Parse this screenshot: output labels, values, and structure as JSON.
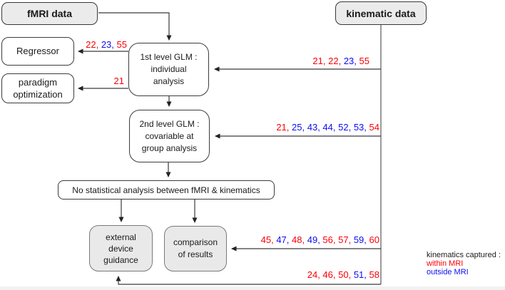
{
  "palette": {
    "within_mri": "#fb0006",
    "outside_mri": "#0d0df2",
    "text": "#1a1a1a"
  },
  "nodes": {
    "fmri": {
      "label": "fMRI data"
    },
    "kinematic": {
      "label": "kinematic data"
    },
    "regressor": {
      "lines": [
        "Regressor"
      ]
    },
    "paradigm": {
      "lines": [
        "paradigm",
        "optimization"
      ]
    },
    "glm1": {
      "lines": [
        "1st level GLM :",
        "individual",
        "analysis"
      ]
    },
    "glm2": {
      "lines": [
        "2nd level GLM :",
        "covariable at",
        "group analysis"
      ]
    },
    "no_stat": {
      "lines": [
        "No statistical analysis between fMRI & kinematics"
      ]
    },
    "external": {
      "lines": [
        "external",
        "device",
        "guidance"
      ]
    },
    "comparison": {
      "lines": [
        "comparison",
        "of results"
      ]
    }
  },
  "ref_labels": {
    "to_regressor": [
      {
        "n": "22",
        "captured": "within_mri"
      },
      {
        "n": "23",
        "captured": "outside_mri"
      },
      {
        "n": "55",
        "captured": "within_mri"
      }
    ],
    "to_paradigm": [
      {
        "n": "21",
        "captured": "within_mri"
      }
    ],
    "to_glm1": [
      {
        "n": "21",
        "captured": "within_mri"
      },
      {
        "n": "22",
        "captured": "within_mri"
      },
      {
        "n": "23",
        "captured": "outside_mri"
      },
      {
        "n": "55",
        "captured": "within_mri"
      }
    ],
    "to_glm2": [
      {
        "n": "21",
        "captured": "within_mri"
      },
      {
        "n": "25",
        "captured": "outside_mri"
      },
      {
        "n": "43",
        "captured": "outside_mri"
      },
      {
        "n": "44",
        "captured": "outside_mri"
      },
      {
        "n": "52",
        "captured": "outside_mri"
      },
      {
        "n": "53",
        "captured": "outside_mri"
      },
      {
        "n": "54",
        "captured": "within_mri"
      }
    ],
    "to_comparison": [
      {
        "n": "45",
        "captured": "within_mri"
      },
      {
        "n": "47",
        "captured": "outside_mri"
      },
      {
        "n": "48",
        "captured": "within_mri"
      },
      {
        "n": "49",
        "captured": "outside_mri"
      },
      {
        "n": "56",
        "captured": "within_mri"
      },
      {
        "n": "57",
        "captured": "within_mri"
      },
      {
        "n": "59",
        "captured": "outside_mri"
      },
      {
        "n": "60",
        "captured": "within_mri"
      }
    ],
    "to_external": [
      {
        "n": "24",
        "captured": "within_mri"
      },
      {
        "n": "46",
        "captured": "within_mri"
      },
      {
        "n": "50",
        "captured": "within_mri"
      },
      {
        "n": "51",
        "captured": "outside_mri"
      },
      {
        "n": "58",
        "captured": "within_mri"
      }
    ]
  },
  "legend": {
    "title": "kinematics captured :",
    "items": [
      {
        "label": "within MRI",
        "key": "within_mri"
      },
      {
        "label": "outside MRI",
        "key": "outside_mri"
      }
    ]
  }
}
